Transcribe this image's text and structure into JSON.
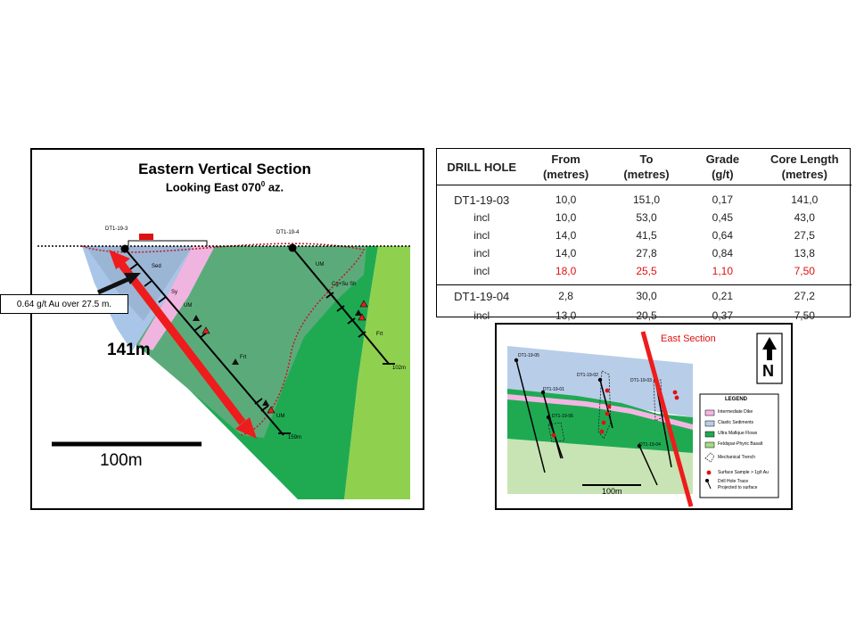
{
  "section": {
    "title": "Eastern Vertical Section",
    "subtitle": "Looking East 070",
    "subtitle_sup": "0",
    "subtitle_tail": " az.",
    "callout": "0.64 g/t Au over 27.5 m.",
    "interval_label": "141m",
    "scale_label": "100m",
    "collar_labels": [
      "DT1-19-3",
      "DT1-19-4"
    ],
    "unit_labels": [
      "Sed",
      "Sy",
      "UM",
      "Frt",
      "UM",
      "UM",
      "Cg+Su Sh",
      "Frt"
    ],
    "depth_labels": [
      "159m",
      "102m"
    ],
    "colors": {
      "clastic": "#a9c6e8",
      "dike": "#f0b4e0",
      "ultramafic": "#1faa52",
      "basalt": "#8fd14f",
      "highlight": "#ee1c1c"
    }
  },
  "table": {
    "headers": [
      {
        "line1": "DRILL HOLE",
        "line2": ""
      },
      {
        "line1": "From",
        "line2": "(metres)"
      },
      {
        "line1": "To",
        "line2": "(metres)"
      },
      {
        "line1": "Grade",
        "line2": "(g/t)"
      },
      {
        "line1": "Core Length",
        "line2": "(metres)"
      }
    ],
    "rows": [
      {
        "hole": "DT1-19-03",
        "from": "10,0",
        "to": "151,0",
        "grade": "0,17",
        "length": "141,0",
        "highlight": false
      },
      {
        "hole": "incl",
        "from": "10,0",
        "to": "53,0",
        "grade": "0,45",
        "length": "43,0",
        "highlight": false
      },
      {
        "hole": "incl",
        "from": "14,0",
        "to": "41,5",
        "grade": "0,64",
        "length": "27,5",
        "highlight": false
      },
      {
        "hole": "incl",
        "from": "14,0",
        "to": "27,8",
        "grade": "0,84",
        "length": "13,8",
        "highlight": false
      },
      {
        "hole": "incl",
        "from": "18,0",
        "to": "25,5",
        "grade": "1,10",
        "length": "7,50",
        "highlight": true
      },
      {
        "hole": "DT1-19-04",
        "from": "2,8",
        "to": "30,0",
        "grade": "0,21",
        "length": "27,2",
        "highlight": false
      },
      {
        "hole": "incl",
        "from": "13,0",
        "to": "20,5",
        "grade": "0,37",
        "length": "7,50",
        "highlight": false
      }
    ]
  },
  "map": {
    "section_label": "East Section",
    "north_label": "N",
    "scale_label": "100m",
    "hole_labels": [
      "DT1-19-05",
      "DT1-19-02",
      "DT1-19-03",
      "DT1-19-01",
      "DT1-19-06",
      "DT1-19-04"
    ],
    "legend_title": "LEGEND",
    "legend_items": [
      {
        "label": "Intermediate Dike",
        "color": "#f3b6e4"
      },
      {
        "label": "Clastic Sediments",
        "color": "#b8cde8"
      },
      {
        "label": "Ultra Mafique Flows",
        "color": "#1faa52"
      },
      {
        "label": "Feldspar-Phyric Basalt",
        "color": "#a6d984"
      }
    ],
    "legend_symbols": [
      {
        "label": "Mechanical Trench"
      },
      {
        "label": "Surface Sample > 1g/t Au"
      },
      {
        "label": "Drill Hole Trace",
        "label2": "Projected to surface"
      }
    ]
  }
}
